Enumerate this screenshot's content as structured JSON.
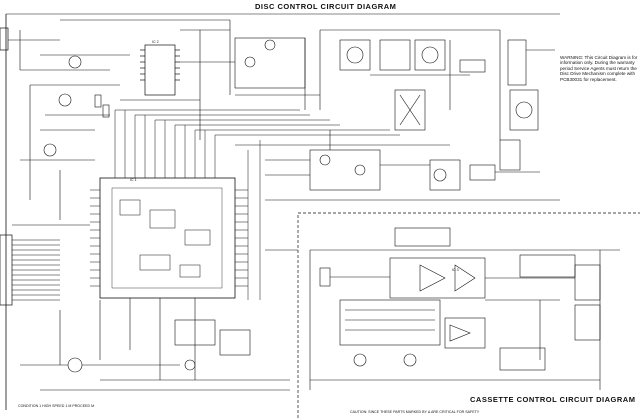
{
  "diagram": {
    "disc_title": "DISC CONTROL CIRCUIT DIAGRAM",
    "cassette_title": "CASSETTE CONTROL CIRCUIT DIAGRAM",
    "warning": "WARNING: This Circuit Diagram is for information only. During the warranty period Service Agents must return the Disc Drive Mechanism complete with PCB30031 for replacement.",
    "notes": {
      "ic_label_1": "IC 1",
      "ic_label_2": "IC 2",
      "ic_label_3": "IC 3",
      "bottom_note": "CONDITION 1 HIGH SPEED 1 M PROCEED M",
      "bottom_note_2": "CAUTION: SINCE THESE PARTS MARKED BY Δ ARE CRITICAL FOR SAFETY"
    }
  }
}
